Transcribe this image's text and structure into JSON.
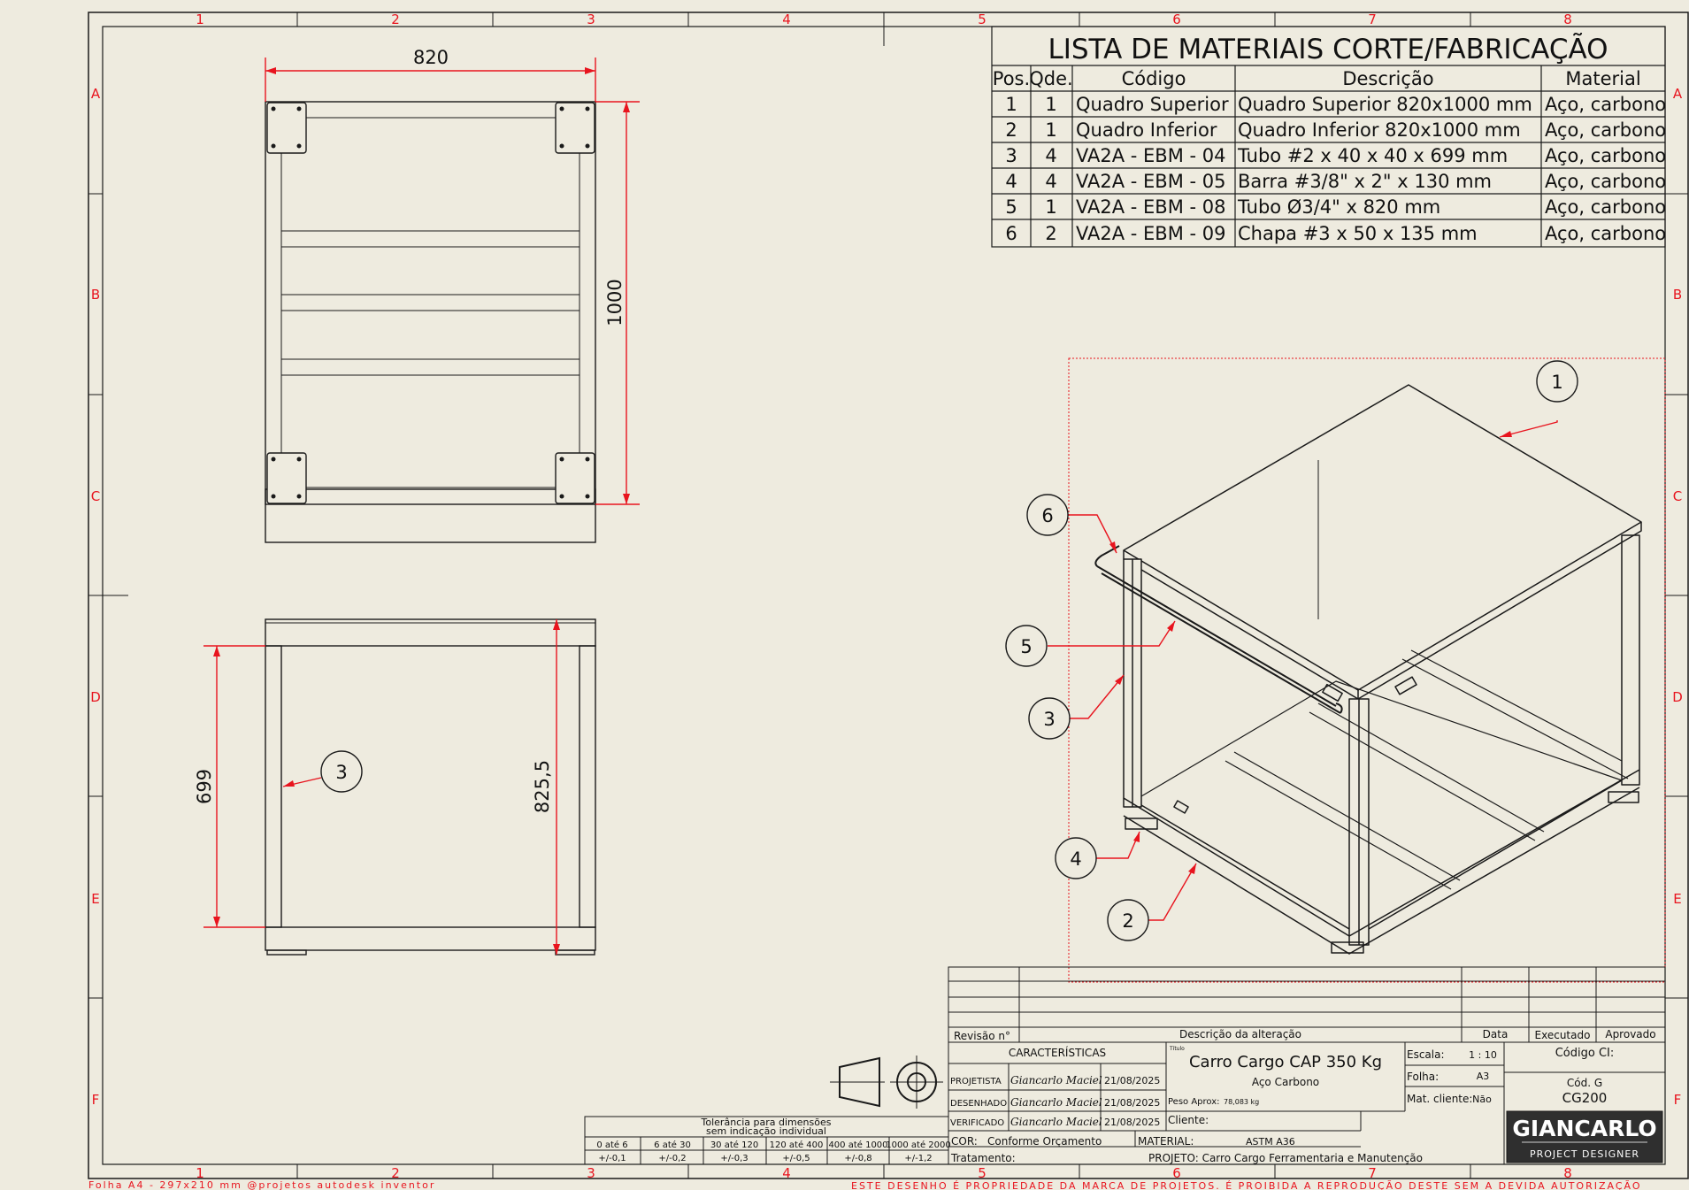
{
  "border": {
    "columns": [
      "1",
      "2",
      "3",
      "4",
      "5",
      "6",
      "7",
      "8"
    ],
    "rows": [
      "A",
      "B",
      "C",
      "D",
      "E",
      "F"
    ]
  },
  "bom": {
    "title": "LISTA DE MATERIAIS CORTE/FABRICAÇÃO",
    "headers": [
      "Pos.",
      "Qde.",
      "Código",
      "Descrição",
      "Material"
    ],
    "rows": [
      [
        "1",
        "1",
        "Quadro Superior",
        "Quadro Superior  820x1000 mm",
        "Aço, carbono"
      ],
      [
        "2",
        "1",
        "Quadro Inferior",
        "Quadro Inferior  820x1000 mm",
        "Aço, carbono"
      ],
      [
        "3",
        "4",
        "VA2A - EBM - 04",
        "Tubo #2 x 40 x 40 x 699 mm",
        "Aço, carbono"
      ],
      [
        "4",
        "4",
        "VA2A - EBM - 05",
        "Barra #3/8\" x 2\" x 130 mm",
        "Aço, carbono"
      ],
      [
        "5",
        "1",
        "VA2A - EBM - 08",
        "Tubo Ø3/4\" x 820 mm",
        "Aço, carbono"
      ],
      [
        "6",
        "2",
        "VA2A - EBM - 09",
        "Chapa #3 x 50 x 135 mm",
        "Aço, carbono"
      ]
    ]
  },
  "dims": {
    "top_width": "820",
    "top_depth": "1000",
    "front_leg": "699",
    "front_height": "825,5"
  },
  "balloons": {
    "b1": "1",
    "b2": "2",
    "b3": "3",
    "b4": "4",
    "b5": "5",
    "b6": "6",
    "b3front": "3"
  },
  "tolerance": {
    "title1": "Tolerância para dimensões",
    "title2": "sem indicação individual",
    "ranges": [
      "0 até 6",
      "6 até 30",
      "30 até 120",
      "120 até 400",
      "400 até 1000",
      "1000 até 2000"
    ],
    "values": [
      "+/-0,1",
      "+/-0,2",
      "+/-0,3",
      "+/-0,5",
      "+/-0,8",
      "+/-1,2"
    ]
  },
  "revision": {
    "rev_label": "Revisão n°",
    "desc_label": "Descrição da alteração",
    "date_label": "Data",
    "exec_label": "Executado",
    "appr_label": "Aprovado"
  },
  "titleblock": {
    "caracteristicas": "CARACTERÍSTICAS",
    "title_small": "Título",
    "title": "Carro Cargo CAP 350 Kg",
    "subtitle": "Aço Carbono",
    "peso_label": "Peso Aprox:",
    "peso_value": "78,083 kg",
    "projetista_label": "PROJETISTA",
    "desenhado_label": "DESENHADO",
    "verificado_label": "VERIFICADO",
    "signature": "Giancarlo Maciel",
    "date": "21/08/2025",
    "escala_label": "Escala:",
    "escala_value": "1 : 10",
    "folha_label": "Folha:",
    "folha_value": "A3",
    "matcliente_label": "Mat. cliente:",
    "matcliente_value": "Não",
    "codigo_ci_label": "Código CI:",
    "cod_g_label": "Cód. G",
    "cod_g_value": "CG200",
    "cliente_label": "Cliente:",
    "cor_label": "COR:",
    "cor_value": "Conforme Orçamento",
    "material_label": "MATERIAL:",
    "material_value": "ASTM A36",
    "tratamento_label": "Tratamento:",
    "projeto": "PROJETO: Carro Cargo Ferramentaria e Manutenção",
    "logo_main": "GIANCARLO",
    "logo_sub": "PROJECT DESIGNER"
  },
  "footer": {
    "left": "Folha A4 - 297x210 mm  @projetos autodesk inventor",
    "right": "ESTE DESENHO É PROPRIEDADE DA MARCA DE PROJETOS. É PROIBIDA A REPRODUÇÃO DESTE SEM A DEVIDA AUTORIZAÇÃO"
  },
  "colors": {
    "paper": "#eeebdf",
    "line": "#1a1a1a",
    "dim": "#e8141e",
    "logo_bg": "#2f2f2f"
  }
}
